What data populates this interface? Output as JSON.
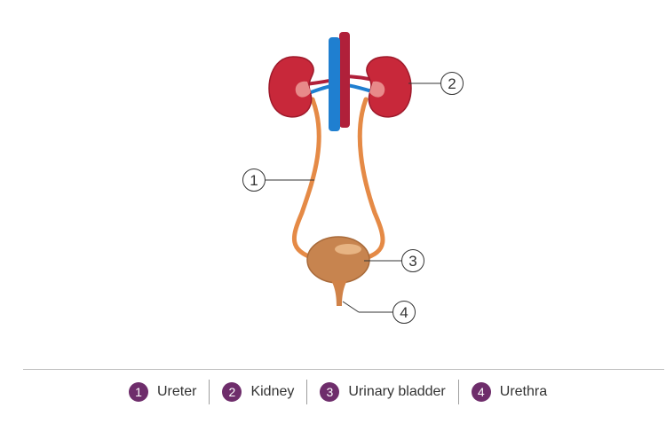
{
  "colors": {
    "kidney": "#c8283a",
    "vein": "#1f7fd0",
    "artery": "#b0203a",
    "ureter": "#e58a46",
    "bladder": "#c7844f",
    "legend_badge": "#6e2d6b"
  },
  "callouts": [
    {
      "num": "1",
      "term": "Ureter"
    },
    {
      "num": "2",
      "term": "Kidney"
    },
    {
      "num": "3",
      "term": "Urinary bladder"
    },
    {
      "num": "4",
      "term": "Urethra"
    }
  ],
  "legend": [
    {
      "num": "1",
      "label": "Ureter"
    },
    {
      "num": "2",
      "label": "Kidney"
    },
    {
      "num": "3",
      "label": "Urinary bladder"
    },
    {
      "num": "4",
      "label": "Urethra"
    }
  ]
}
